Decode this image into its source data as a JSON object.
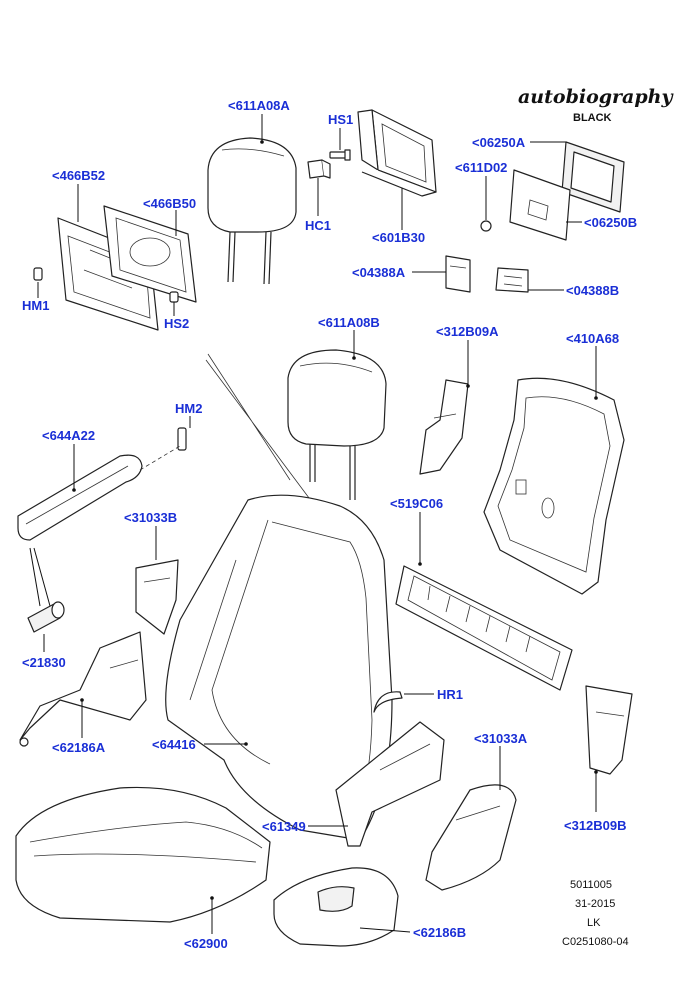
{
  "brand": {
    "title": "autobiography",
    "subtitle": "BLACK"
  },
  "labels": {
    "p611A08A": "<611A08A",
    "pHS1": "HS1",
    "pHC1": "HC1",
    "p601B30": "<601B30",
    "p06250A": "<06250A",
    "p611D02": "<611D02",
    "p06250B": "<06250B",
    "p466B52": "<466B52",
    "p466B50": "<466B50",
    "pHM1": "HM1",
    "pHS2": "HS2",
    "p04388A": "<04388A",
    "p04388B": "<04388B",
    "p611A08B": "<611A08B",
    "p312B09A": "<312B09A",
    "p410A68": "<410A68",
    "pHM2": "HM2",
    "p644A22": "<644A22",
    "p31033B": "<31033B",
    "p519C06": "<519C06",
    "p21830": "<21830",
    "pHR1": "HR1",
    "p62186A": "<62186A",
    "p64416": "<64416",
    "p31033A": "<31033A",
    "p61349": "<61349",
    "p312B09B": "<312B09B",
    "p62900": "<62900",
    "p62186B": "<62186B"
  },
  "meta": {
    "code": "5011005",
    "date": "31-2015",
    "initials": "LK",
    "ref": "C0251080-04"
  }
}
